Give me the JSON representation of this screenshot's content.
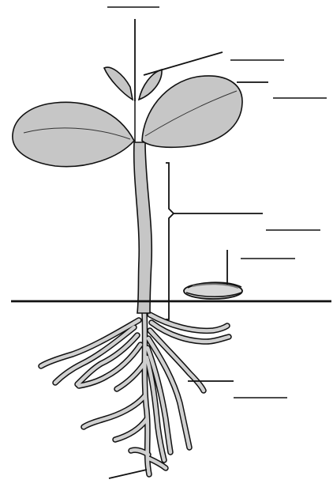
{
  "diagram": {
    "subject": "seedling-parts-labeling-worksheet",
    "colors": {
      "tissue": "#c6c6c6",
      "ink": "#111111",
      "background": "#ffffff"
    },
    "labels": [
      {
        "id": "top",
        "text": ""
      },
      {
        "id": "plumule-leaves",
        "text": ""
      },
      {
        "id": "cotyledon-leaf",
        "text": ""
      },
      {
        "id": "stem",
        "text": ""
      },
      {
        "id": "seed-coat",
        "text": ""
      },
      {
        "id": "root-hairs",
        "text": ""
      },
      {
        "id": "root-tip",
        "text": ""
      }
    ]
  }
}
